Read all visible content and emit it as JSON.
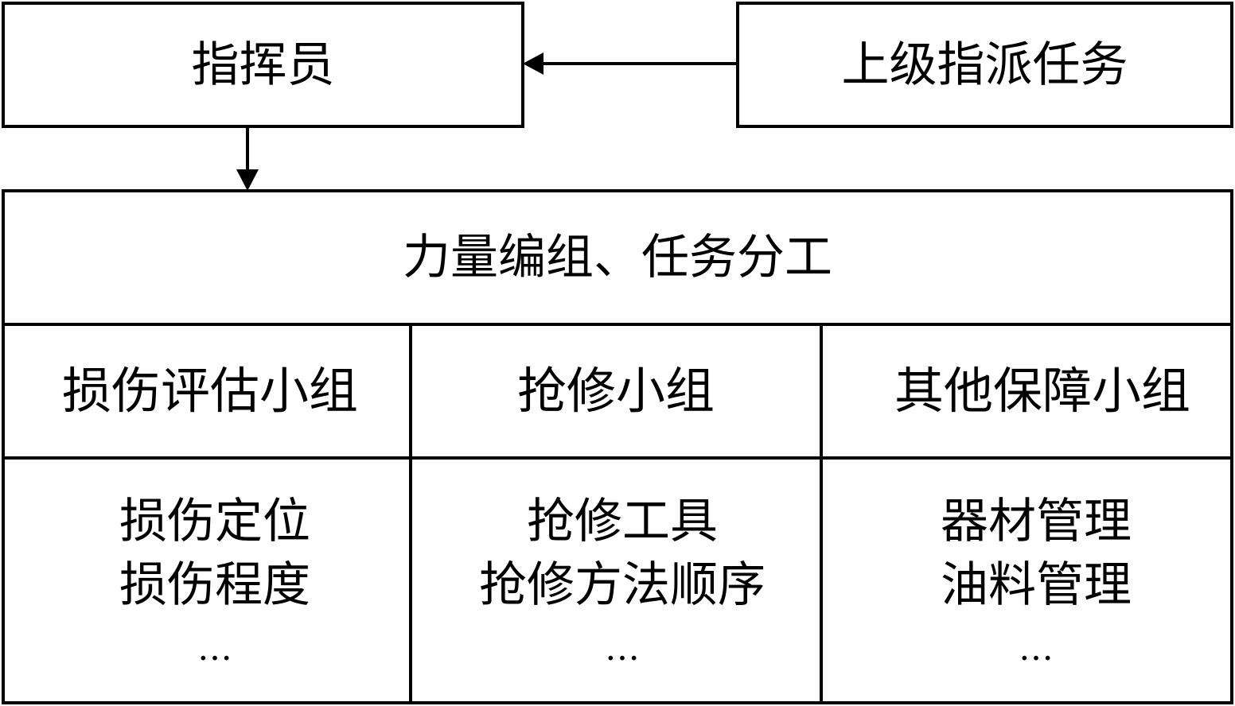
{
  "commander": "指挥员",
  "superior_task": "上级指派任务",
  "division": "力量编组、任务分工",
  "groups": [
    {
      "title": "损伤评估小组",
      "items": [
        "损伤定位",
        "损伤程度",
        "…"
      ]
    },
    {
      "title": "抢修小组",
      "items": [
        "抢修工具",
        "抢修方法顺序",
        "…"
      ]
    },
    {
      "title": "其他保障小组",
      "items": [
        "器材管理",
        "油料管理",
        "…"
      ]
    }
  ],
  "colors": {
    "stroke": "#000000",
    "background": "#ffffff"
  }
}
